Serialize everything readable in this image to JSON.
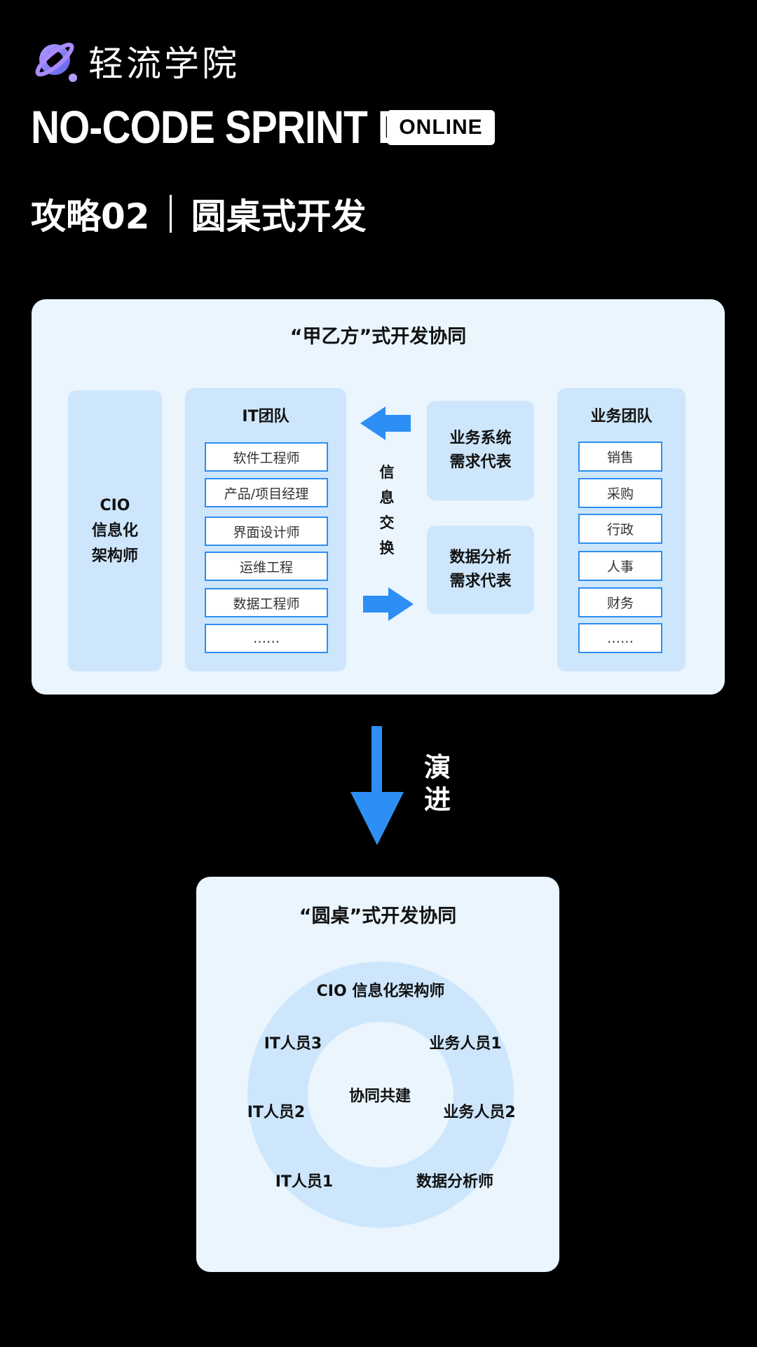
{
  "header": {
    "brand_name": "轻流学院",
    "headline": "NO-CODE SPRINT DAY",
    "badge": "ONLINE",
    "subtitle_left": "攻略02",
    "subtitle_right": "圆桌式开发"
  },
  "panel_traditional": {
    "title": "“甲乙方”式开发协同",
    "cio_lines": [
      "CIO",
      "信息化",
      "架构师"
    ],
    "it_team": {
      "title": "IT团队",
      "roles": [
        "软件工程师",
        "产品/项目经理",
        "界面设计师",
        "运维工程",
        "数据工程师",
        "……"
      ]
    },
    "exchange_chars": [
      "信",
      "息",
      "交",
      "换"
    ],
    "business_rep": [
      "业务系统",
      "需求代表"
    ],
    "data_rep": [
      "数据分析",
      "需求代表"
    ],
    "business_team": {
      "title": "业务团队",
      "roles": [
        "销售",
        "采购",
        "行政",
        "人事",
        "财务",
        "……"
      ]
    }
  },
  "evolution": {
    "chars": [
      "演",
      "进"
    ]
  },
  "panel_roundtable": {
    "title": "“圆桌”式开发协同",
    "center": "协同共建",
    "ring_members": [
      "CIO 信息化架构师",
      "IT人员3",
      "业务人员1",
      "IT人员2",
      "业务人员2",
      "IT人员1",
      "数据分析师"
    ]
  },
  "colors": {
    "background": "#000000",
    "panel": "#eaf5fe",
    "column": "#cde6fb",
    "accent": "#2d8ef5",
    "logo_gradient": [
      "#a98bff",
      "#5a63ea"
    ]
  },
  "icons": {
    "logo": "planet-ring-icon",
    "left_arrow": "arrow-left-icon",
    "right_arrow": "arrow-right-icon",
    "down_arrow": "arrow-down-icon"
  }
}
